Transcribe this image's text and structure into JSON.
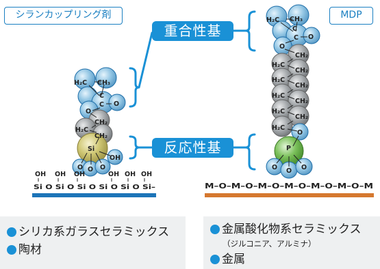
{
  "labels": {
    "silane": "シランカップリング剤",
    "mdp": "MDP",
    "polymerizable": "重合性基",
    "reactive": "反応性基"
  },
  "colors": {
    "accent": "#1a91d6",
    "silica_bar": "#1c74b8",
    "metal_bar": "#d5782f",
    "atom_blue": "#93c6e4",
    "atom_gray": "#9ea3a6",
    "silicon": "#cfc774",
    "phosphorus": "#7cc15c"
  },
  "silane_molecule": {
    "atoms": [
      "H₂C",
      "CH₃",
      "C",
      "C",
      "O",
      "O",
      "CH₂",
      "H₂C",
      "CH₂",
      "Si",
      "OH",
      "O",
      "O",
      "O"
    ]
  },
  "silica_surface": {
    "oh_groups": [
      "OH",
      "OH",
      "OH",
      "OH",
      "OH",
      "OH"
    ],
    "chain": "Si O Si O Si O Si O Si O Si–"
  },
  "mdp_molecule": {
    "atoms": [
      "H₂C",
      "CH₃",
      "C",
      "C",
      "O",
      "O",
      "CH₂",
      "H₂C",
      "CH₂",
      "H₂C",
      "CH₂",
      "H₂C",
      "CH₂",
      "H₂C",
      "CH₂",
      "H₂C",
      "O",
      "P",
      "O",
      "O",
      "O"
    ]
  },
  "metal_surface": {
    "chain": "M–O–M–O–M–O–M–O–M–O–M–O–M"
  },
  "left_panel": {
    "items": [
      "シリカ系ガラスセラミックス",
      "陶材"
    ]
  },
  "right_panel": {
    "item1": "金属酸化物系セラミックス",
    "item1_sub": "（ジルコニア、アルミナ）",
    "item2": "金属"
  }
}
